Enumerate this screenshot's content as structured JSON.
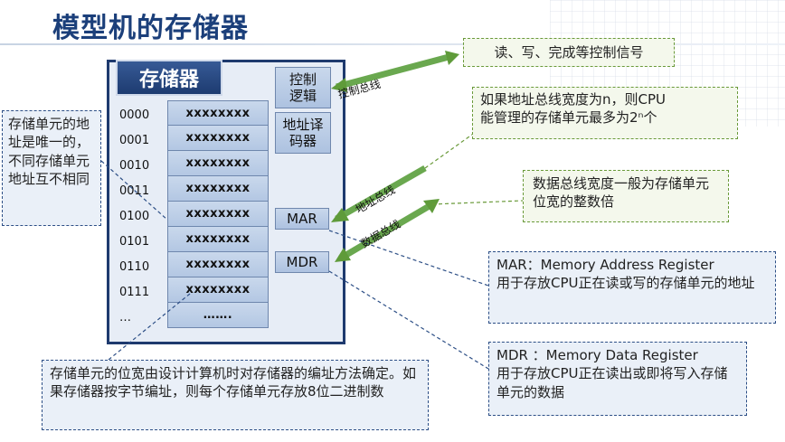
{
  "title": "模型机的存储器",
  "memory": {
    "label": "存储器",
    "addresses": [
      "0000",
      "0001",
      "0010",
      "0011",
      "0100",
      "0101",
      "0110",
      "0111",
      "…"
    ],
    "cells": [
      "xxxxxxxx",
      "xxxxxxxx",
      "xxxxxxxx",
      "xxxxxxxx",
      "xxxxxxxx",
      "xxxxxxxx",
      "xxxxxxxx",
      "xxxxxxxx",
      "……."
    ],
    "control_logic": "控制逻辑",
    "address_decoder": "地址译码器",
    "mar": "MAR",
    "mdr": "MDR"
  },
  "buses": {
    "control": "控制总线",
    "address": "地址总线",
    "data": "数据总线"
  },
  "callouts": {
    "control_signals": "读、写、完成等控制信号",
    "address_bus_width_1": "如果地址总线宽度为n，则CPU",
    "address_bus_width_2": "能管理的存储单元最多为2ⁿ个",
    "data_bus_width": "数据总线宽度一般为存储单元位宽的整数倍",
    "unique_address": "存储单元的地址是唯一的，不同存储单元地址互不相同",
    "cell_width": "存储单元的位宽由设计计算机时对存储器的编址方法确定。如果存储器按字节编址，则每个存储单元存放8位二进制数",
    "mar_title": "MAR：Memory Address Register",
    "mar_desc": "用于存放CPU正在读或写的存储单元的地址",
    "mdr_title": "MDR ：Memory Data Register",
    "mdr_desc": "用于存放CPU正在读出或即将写入存储单元的数据"
  },
  "colors": {
    "title": "#1b3f7a",
    "box_border": "#1e3a6e",
    "cell_fill": "#b3c7e3",
    "green_arrow": "#6aa84f",
    "blue_dashed": "#2d4f86",
    "green_dashed": "#6a9a3a"
  }
}
